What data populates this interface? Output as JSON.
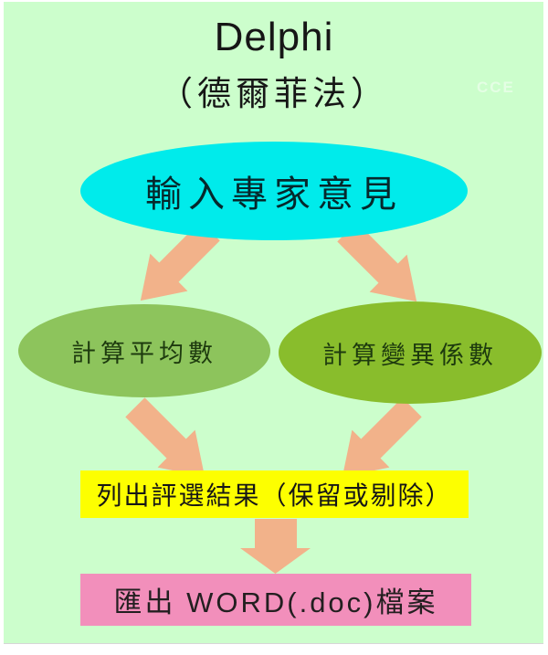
{
  "header": {
    "title": "Delphi",
    "subtitle": "（德爾菲法）",
    "watermark": "CCE"
  },
  "nodes": {
    "input": {
      "label": "輸入專家意見"
    },
    "mean": {
      "label": "計算平均數"
    },
    "cv": {
      "label": "計算變異係數"
    },
    "results": {
      "label": "列出評選結果（保留或剔除）"
    },
    "export": {
      "label": "匯出 WORD(.doc)檔案"
    }
  },
  "colors": {
    "bg": "#ccfecc",
    "cyan": "#00ebeb",
    "green-light": "#8dc45c",
    "green-dark": "#89bd2c",
    "yellow": "#fdff00",
    "pink": "#f28fbb",
    "arrow": "#f2b28a",
    "text": "#161616"
  }
}
